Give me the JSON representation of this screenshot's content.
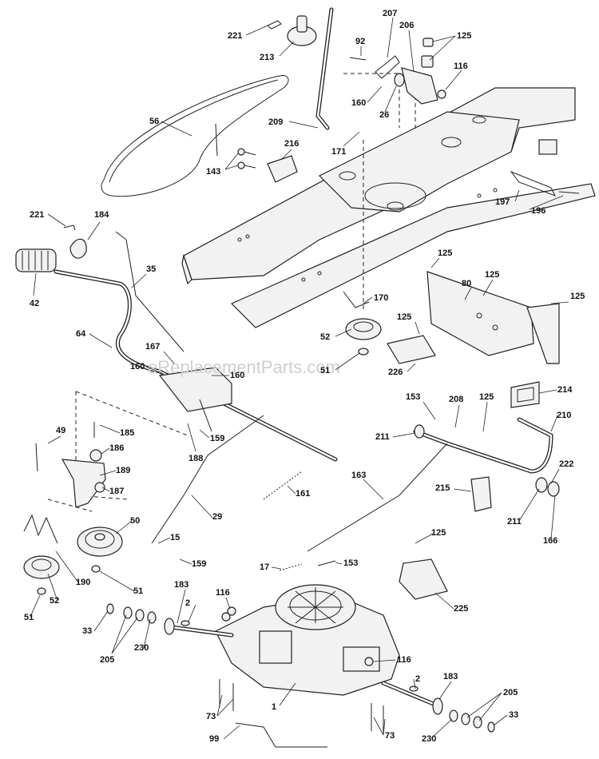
{
  "watermark": "eReplacementParts.com",
  "callouts": [
    {
      "id": "c221a",
      "label": "221"
    },
    {
      "id": "c213",
      "label": "213"
    },
    {
      "id": "c207",
      "label": "207"
    },
    {
      "id": "c206",
      "label": "206"
    },
    {
      "id": "c125a",
      "label": "125"
    },
    {
      "id": "c92",
      "label": "92"
    },
    {
      "id": "c116a",
      "label": "116"
    },
    {
      "id": "c160a",
      "label": "160"
    },
    {
      "id": "c26",
      "label": "26"
    },
    {
      "id": "c56",
      "label": "56"
    },
    {
      "id": "c209",
      "label": "209"
    },
    {
      "id": "c171",
      "label": "171"
    },
    {
      "id": "c216",
      "label": "216"
    },
    {
      "id": "c143",
      "label": "143"
    },
    {
      "id": "c197",
      "label": "197"
    },
    {
      "id": "c196",
      "label": "196"
    },
    {
      "id": "c221b",
      "label": "221"
    },
    {
      "id": "c184",
      "label": "184"
    },
    {
      "id": "c35",
      "label": "35"
    },
    {
      "id": "c42",
      "label": "42"
    },
    {
      "id": "c125b",
      "label": "125"
    },
    {
      "id": "c80",
      "label": "80"
    },
    {
      "id": "c125c",
      "label": "125"
    },
    {
      "id": "c125d",
      "label": "125"
    },
    {
      "id": "c170",
      "label": "170"
    },
    {
      "id": "c125e",
      "label": "125"
    },
    {
      "id": "c64",
      "label": "64"
    },
    {
      "id": "c52a",
      "label": "52"
    },
    {
      "id": "c167",
      "label": "167"
    },
    {
      "id": "c51a",
      "label": "51"
    },
    {
      "id": "c226",
      "label": "226"
    },
    {
      "id": "c160b",
      "label": "160"
    },
    {
      "id": "c160c",
      "label": "160"
    },
    {
      "id": "c153a",
      "label": "153"
    },
    {
      "id": "c208",
      "label": "208"
    },
    {
      "id": "c125f",
      "label": "125"
    },
    {
      "id": "c214",
      "label": "214"
    },
    {
      "id": "c185",
      "label": "185"
    },
    {
      "id": "c159a",
      "label": "159"
    },
    {
      "id": "c211a",
      "label": "211"
    },
    {
      "id": "c210",
      "label": "210"
    },
    {
      "id": "c49",
      "label": "49"
    },
    {
      "id": "c188",
      "label": "188"
    },
    {
      "id": "c186",
      "label": "186"
    },
    {
      "id": "c189",
      "label": "189"
    },
    {
      "id": "c163",
      "label": "163"
    },
    {
      "id": "c222",
      "label": "222"
    },
    {
      "id": "c187",
      "label": "187"
    },
    {
      "id": "c161",
      "label": "161"
    },
    {
      "id": "c215",
      "label": "215"
    },
    {
      "id": "c211b",
      "label": "211"
    },
    {
      "id": "c166",
      "label": "166"
    },
    {
      "id": "c50",
      "label": "50"
    },
    {
      "id": "c29",
      "label": "29"
    },
    {
      "id": "c15",
      "label": "15"
    },
    {
      "id": "c125g",
      "label": "125"
    },
    {
      "id": "c159b",
      "label": "159"
    },
    {
      "id": "c17",
      "label": "17"
    },
    {
      "id": "c153b",
      "label": "153"
    },
    {
      "id": "c190",
      "label": "190"
    },
    {
      "id": "c51b",
      "label": "51"
    },
    {
      "id": "c225",
      "label": "225"
    },
    {
      "id": "c183a",
      "label": "183"
    },
    {
      "id": "c116b",
      "label": "116"
    },
    {
      "id": "c52b",
      "label": "52"
    },
    {
      "id": "c51c",
      "label": "51"
    },
    {
      "id": "c33a",
      "label": "33"
    },
    {
      "id": "c2a",
      "label": "2"
    },
    {
      "id": "c205a",
      "label": "205"
    },
    {
      "id": "c230a",
      "label": "230"
    },
    {
      "id": "c116c",
      "label": "116"
    },
    {
      "id": "c2b",
      "label": "2"
    },
    {
      "id": "c183b",
      "label": "183"
    },
    {
      "id": "c1",
      "label": "1"
    },
    {
      "id": "c205b",
      "label": "205"
    },
    {
      "id": "c73a",
      "label": "73"
    },
    {
      "id": "c33b",
      "label": "33"
    },
    {
      "id": "c99",
      "label": "99"
    },
    {
      "id": "c73b",
      "label": "73"
    },
    {
      "id": "c230b",
      "label": "230"
    }
  ]
}
